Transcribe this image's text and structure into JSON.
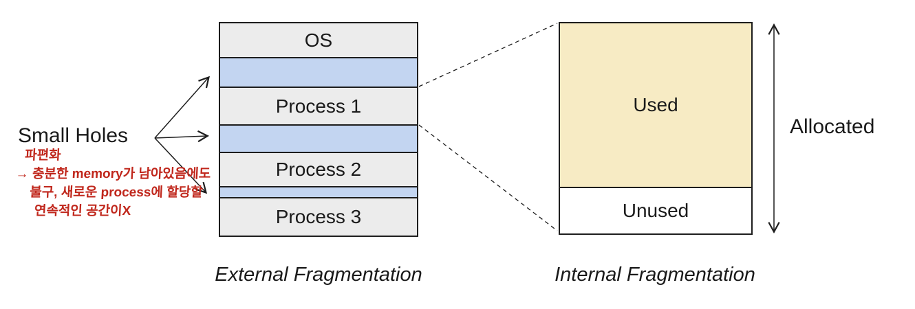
{
  "annotation": {
    "label": "Small Holes",
    "notes": [
      "파편화",
      "→ 충분한 memory가 남아있음에도",
      "불구, 새로운 process에 할당할",
      "연속적인 공간이X"
    ]
  },
  "external": {
    "caption": "External Fragmentation",
    "stack": {
      "blocks": [
        {
          "label": "OS",
          "type": "os"
        },
        {
          "label": "",
          "type": "hole"
        },
        {
          "label": "Process 1",
          "type": "process"
        },
        {
          "label": "",
          "type": "hole"
        },
        {
          "label": "Process 2",
          "type": "process"
        },
        {
          "label": "",
          "type": "hole"
        },
        {
          "label": "Process 3",
          "type": "process"
        }
      ]
    }
  },
  "internal": {
    "caption": "Internal Fragmentation",
    "used_label": "Used",
    "unused_label": "Unused",
    "allocated_label": "Allocated"
  },
  "colors": {
    "hole_fill": "#c3d5f1",
    "block_fill": "#ececec",
    "used_fill": "#f7ebc4",
    "border_color": "#1d1d1d",
    "annotation_red": "#c0271c",
    "text_color": "#1a1a1a"
  }
}
